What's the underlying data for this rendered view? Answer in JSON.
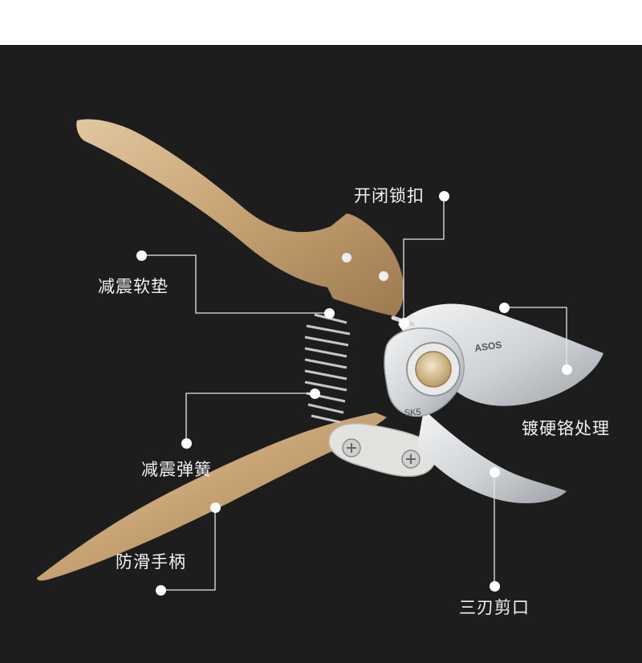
{
  "product": {
    "name": "pruning shears",
    "blade_brand": "ASOS",
    "blade_marking": "SK5"
  },
  "callouts": [
    {
      "id": "lock",
      "text": "开闭锁扣"
    },
    {
      "id": "pad",
      "text": "减震软垫"
    },
    {
      "id": "chrome",
      "text": "镀硬铬处理"
    },
    {
      "id": "spring",
      "text": "减震弹簧"
    },
    {
      "id": "handle",
      "text": "防滑手柄"
    },
    {
      "id": "blade",
      "text": "三刃剪口"
    }
  ],
  "colors": {
    "background": "#1d1d1d",
    "handle_gold": "#c9a77a",
    "blade_steel": "#d9dcdf",
    "callout_line": "#e8e8e8"
  }
}
